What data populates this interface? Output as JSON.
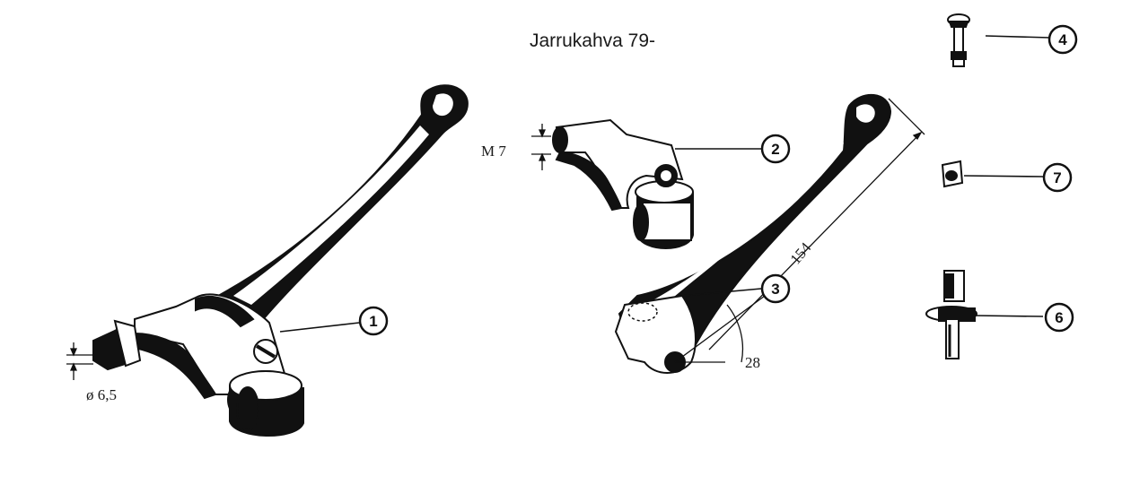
{
  "diagram": {
    "title": "Jarrukahva 79-",
    "callouts": [
      {
        "id": "1",
        "label": "1"
      },
      {
        "id": "2",
        "label": "2"
      },
      {
        "id": "3",
        "label": "3"
      },
      {
        "id": "4",
        "label": "4"
      },
      {
        "id": "6",
        "label": "6"
      },
      {
        "id": "7",
        "label": "7"
      }
    ],
    "dimensions": {
      "thread": "M 7",
      "diameter": "ø 6,5",
      "length": "154",
      "angle": "28"
    }
  },
  "colors": {
    "ink": "#111111",
    "paper": "#ffffff"
  }
}
